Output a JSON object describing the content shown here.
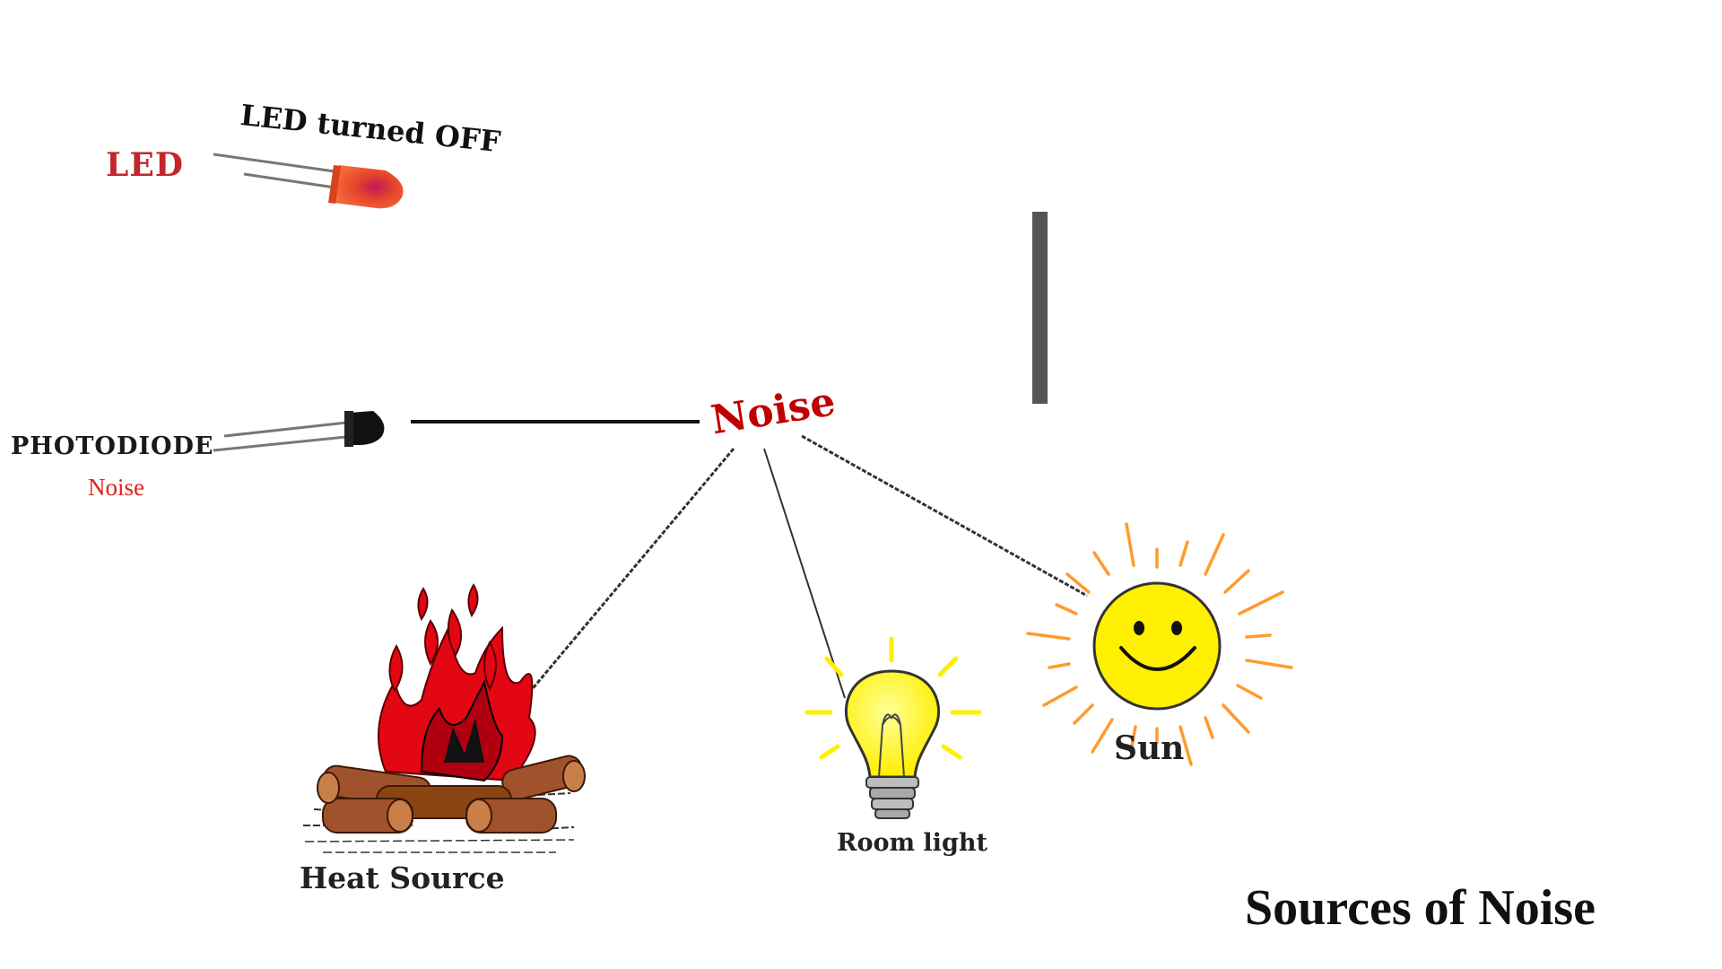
{
  "labels": {
    "led": "LED",
    "led_state": "LED turned OFF",
    "photodiode": "PHOTODIODE",
    "photodiode_noise": "Noise",
    "noise": "Noise",
    "heat_source": "Heat Source",
    "room_light": "Room light",
    "sun": "Sun",
    "title": "Sources of Noise"
  },
  "colors": {
    "led_label": "#c1272d",
    "noise_label": "#c00000",
    "photodiode_noise": "#e0201f",
    "led_body": "#e8452c",
    "bulb": "#ffff33",
    "sun_face": "#ffef00",
    "sun_rays": "#ff9b2e",
    "flame": "#e30613",
    "logs": "#8b4513",
    "barrier": "#555555"
  },
  "icons": {
    "led": "led-icon",
    "photodiode": "photodiode-icon",
    "fire": "campfire-icon",
    "bulb": "light-bulb-icon",
    "sun": "smiling-sun-icon",
    "barrier": "barrier-bar"
  }
}
